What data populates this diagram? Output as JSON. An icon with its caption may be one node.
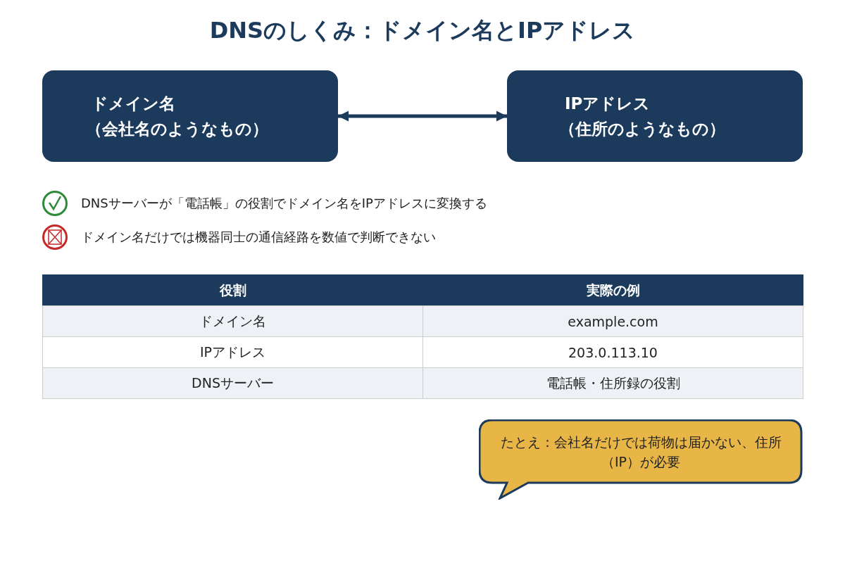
{
  "diagram": {
    "title": "DNSのしくみ：ドメイン名とIPアドレス",
    "nodes": [
      {
        "text": [
          "ドメイン名",
          "（会社名のようなもの）"
        ]
      },
      {
        "text": [
          "IPアドレス",
          "（住所のようなもの）"
        ]
      },
      {
        "text": [
          "たとえ：会社名だけでは荷物は届かない、住所（IP）が必要"
        ]
      }
    ],
    "edges": [
      {
        "from": 0,
        "to": 1,
        "arrow": "both"
      }
    ],
    "labels": [
      "DNSサーバーが「電話帳」の役割でドメイン名をIPアドレスに変換する",
      "ドメイン名だけでは機器同士の通信経路を数値で判断できない",
      "役割",
      "実際の例",
      "ドメイン名",
      "example.com",
      "IPアドレス",
      "203.0.113.10",
      "DNSサーバー",
      "電話帳・住所録の役割"
    ]
  }
}
